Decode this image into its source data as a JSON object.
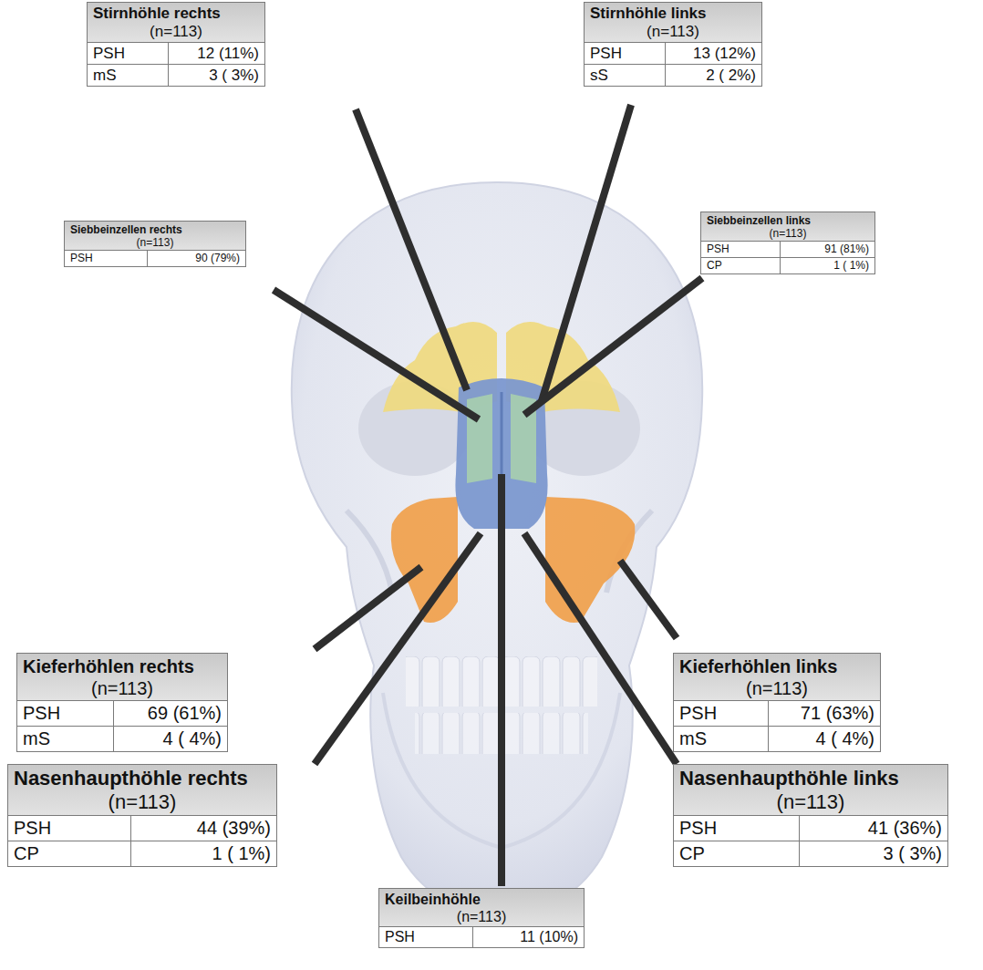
{
  "diagram": {
    "nodes": [
      {
        "text": [
          "Stirnhöhle rechts",
          "(n=113)",
          "PSH",
          "12 (11%)",
          "mS",
          "3 ( 3%)"
        ]
      },
      {
        "text": [
          "Stirnhöhle links",
          "(n=113)",
          "PSH",
          "13 (12%)",
          "sS",
          "2 ( 2%)"
        ]
      },
      {
        "text": [
          "Siebbeinzellen rechts",
          "(n=113)",
          "PSH",
          "90 (79%)"
        ]
      },
      {
        "text": [
          "Siebbeinzellen links",
          "(n=113)",
          "PSH",
          "91 (81%)",
          "CP",
          "1 ( 1%)"
        ]
      },
      {
        "text": [
          "Kieferhöhlen rechts",
          "(n=113)",
          "PSH",
          "69 (61%)",
          "mS",
          "4 ( 4%)"
        ]
      },
      {
        "text": [
          "Kieferhöhlen links",
          "(n=113)",
          "PSH",
          "71 (63%)",
          "mS",
          "4 ( 4%)"
        ]
      },
      {
        "text": [
          "Nasenhaupthöhle rechts",
          "(n=113)",
          "PSH",
          "44 (39%)",
          "CP",
          "1 ( 1%)"
        ]
      },
      {
        "text": [
          "Keilbeinhöhle",
          "(n=113)",
          "PSH",
          "11 (10%)"
        ]
      },
      {
        "text": [
          "Nasenhaupthöhle links",
          "(n=113)",
          "PSH",
          "41 (36%)",
          "CP",
          "3 ( 3%)"
        ]
      }
    ],
    "edges": []
  }
}
